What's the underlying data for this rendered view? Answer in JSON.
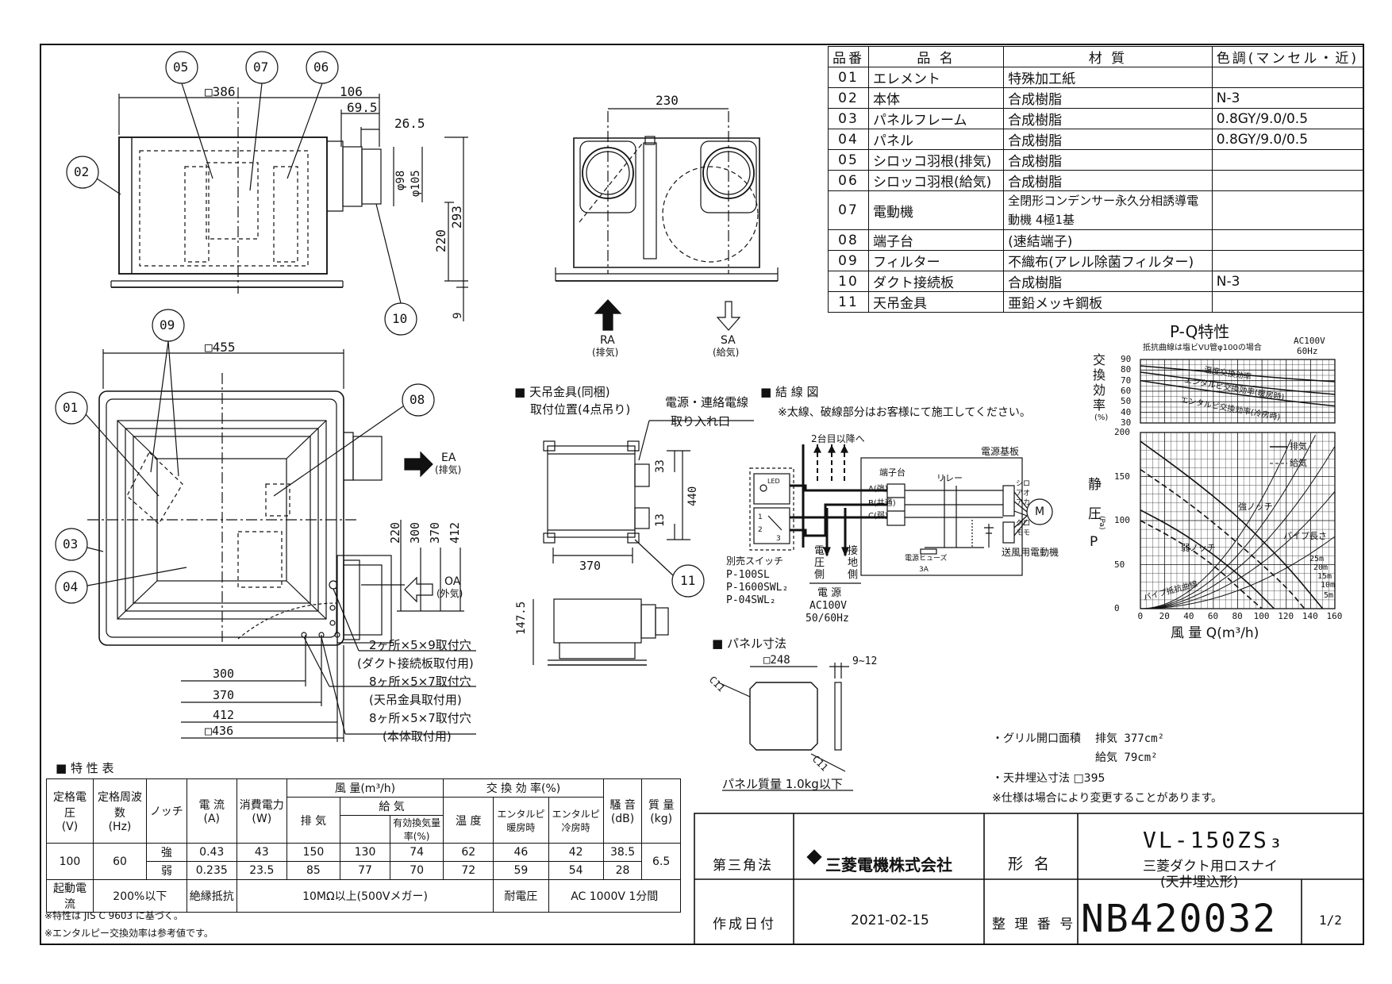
{
  "parts": {
    "headers": [
      "品番",
      "品 名",
      "材 質",
      "色調(マンセル・近)"
    ],
    "rows": [
      [
        "01",
        "エレメント",
        "特殊加工紙",
        ""
      ],
      [
        "02",
        "本体",
        "合成樹脂",
        "N-3"
      ],
      [
        "03",
        "パネルフレーム",
        "合成樹脂",
        "0.8GY/9.0/0.5"
      ],
      [
        "04",
        "パネル",
        "合成樹脂",
        "0.8GY/9.0/0.5"
      ],
      [
        "05",
        "シロッコ羽根(排気)",
        "合成樹脂",
        ""
      ],
      [
        "06",
        "シロッコ羽根(給気)",
        "合成樹脂",
        ""
      ],
      [
        "07",
        "電動機",
        "全閉形コンデンサー永久分相誘導電動機 4極1基",
        ""
      ],
      [
        "08",
        "端子台",
        "(速結端子)",
        ""
      ],
      [
        "09",
        "フィルター",
        "不織布(アレル除菌フィルター)",
        ""
      ],
      [
        "10",
        "ダクト接続板",
        "合成樹脂",
        "N-3"
      ],
      [
        "11",
        "天吊金具",
        "亜鉛メッキ鋼板",
        ""
      ]
    ]
  },
  "drawing": {
    "side_dims": {
      "d386": "□386",
      "d106": "106",
      "d69_5": "69.5",
      "d26_5": "26.5",
      "phi98": "φ98",
      "phi105": "φ105",
      "d220": "220",
      "d293": "293",
      "d9": "9"
    },
    "front_dims": {
      "d230": "230",
      "ra": "RA",
      "ra_sub": "(排気)",
      "sa": "SA",
      "sa_sub": "(給気)"
    },
    "plan_dims": {
      "d455": "□455",
      "ea": "EA",
      "ea_sub": "(排気)",
      "oa": "OA",
      "oa_sub": "(外気)",
      "v220": "220",
      "v300": "300",
      "v370": "370",
      "v412": "412",
      "h300": "300",
      "h370": "370",
      "h412": "412",
      "h436": "□436"
    },
    "holes": [
      "2ヶ所×5×9取付穴",
      "(ダクト接続板取付用)",
      "8ヶ所×5×7取付穴",
      "(天吊金具取付用)",
      "8ヶ所×5×7取付穴",
      "(本体取付用)"
    ],
    "callouts": [
      "01",
      "02",
      "03",
      "04",
      "05",
      "06",
      "07",
      "08",
      "09",
      "10",
      "11"
    ]
  },
  "hanger": {
    "title": "■ 天吊金具(同梱)",
    "subtitle": "取付位置(4点吊り)",
    "cable_note": [
      "電源・連絡電線",
      "取り入れ口"
    ],
    "dims": {
      "d33": "33",
      "d440": "440",
      "d13": "13",
      "d370": "370",
      "d147_5": "147.5"
    }
  },
  "wiring": {
    "title": "■ 結 線 図",
    "note": "※太線、破線部分はお客様にて施工してください。",
    "to_second": "2台目以降へ",
    "board": "電源基板",
    "terminal": "端子台",
    "terminal_a": "A(強)",
    "terminal_b": "B(共通)",
    "terminal_c": "C(弱)",
    "relay": "リレー",
    "fuse": "電源ヒューズ",
    "fuse_rating": "3A",
    "wires": [
      "シロ",
      "アオ",
      "アカ",
      "クロ",
      "モモ"
    ],
    "motor": "M",
    "motor_label": "送風用電動機",
    "voltage_side": [
      "電",
      "圧",
      "側"
    ],
    "ground_side": [
      "接",
      "地",
      "側"
    ],
    "power": "電 源",
    "power_v": "AC100V",
    "power_hz": "50/60Hz",
    "switch_title": "別売スイッチ",
    "switches": [
      "P-100SL",
      "P-1600SWL₂",
      "P-04SWL₂"
    ],
    "led": "LED",
    "sw_pos": [
      "1",
      "2",
      "3"
    ]
  },
  "panel": {
    "title": "■ パネル寸法",
    "d248": "□248",
    "thick": "9~12",
    "c11a": "C11",
    "c11b": "C11",
    "mass": "パネル質量 1.0kg以下"
  },
  "pq_chart": {
    "title": "P-Q特性",
    "note": "抵抗曲線は塩ビVU管φ100の場合",
    "power": "AC100V",
    "freq": "60Hz",
    "eff_label": [
      "交",
      "換",
      "効",
      "率",
      "(%)"
    ],
    "p_label": [
      "静",
      "圧",
      "(Pa)",
      "P"
    ],
    "q_label": "風 量 Q(m³/h)",
    "legend": [
      "排気",
      "給気"
    ],
    "curve_labels": {
      "temp_eff": "温度交換効率",
      "enth_heat": "エンタルピ交換効率(暖房時)",
      "enth_cool": "エンタルピ交換効率(冷房時)",
      "strong": "強ノッチ",
      "weak": "弱ノッチ",
      "pipe_len": "パイプ長さ",
      "pipe_curve": "パイプ抵抗曲線"
    },
    "pipe_lengths": [
      "25m",
      "20m",
      "15m",
      "10m",
      "5m"
    ],
    "eff_ticks": [
      "90",
      "80",
      "70",
      "60",
      "50",
      "40",
      "30"
    ],
    "p_ticks": [
      "200",
      "150",
      "100",
      "50",
      "0"
    ],
    "q_ticks": [
      "0",
      "20",
      "40",
      "60",
      "80",
      "100",
      "120",
      "140",
      "160"
    ]
  },
  "chart_data": [
    {
      "type": "line",
      "title": "P-Q特性",
      "xlabel": "風量 Q(m³/h)",
      "ylabel": "静圧 P(Pa)",
      "xlim": [
        0,
        160
      ],
      "ylim": [
        0,
        200
      ],
      "series": [
        {
          "name": "排気",
          "notch": "強ノッチ",
          "x": [
            0,
            40,
            80,
            120,
            150
          ],
          "y": [
            190,
            150,
            105,
            50,
            0
          ]
        },
        {
          "name": "給気",
          "notch": "強ノッチ",
          "x": [
            0,
            40,
            80,
            120,
            135
          ],
          "y": [
            158,
            120,
            75,
            25,
            0
          ]
        },
        {
          "name": "排気",
          "notch": "弱ノッチ",
          "x": [
            0,
            30,
            60,
            90,
            110
          ],
          "y": [
            112,
            90,
            62,
            28,
            0
          ]
        },
        {
          "name": "給気",
          "notch": "弱ノッチ",
          "x": [
            0,
            30,
            60,
            85,
            100
          ],
          "y": [
            100,
            78,
            50,
            18,
            0
          ]
        }
      ]
    },
    {
      "type": "line",
      "title": "",
      "ylabel": "交換効率(%)",
      "xlim": [
        0,
        160
      ],
      "ylim": [
        30,
        90
      ],
      "series": [
        {
          "name": "温度交換効率",
          "x": [
            0,
            40,
            80,
            120,
            160
          ],
          "y": [
            84,
            80,
            76,
            72,
            69
          ]
        },
        {
          "name": "エンタルピ交換効率(暖房時)",
          "x": [
            0,
            40,
            80,
            120,
            160
          ],
          "y": [
            78,
            72,
            66,
            61,
            57
          ]
        },
        {
          "name": "エンタルピ交換効率(冷房時)",
          "x": [
            0,
            40,
            80,
            120,
            160
          ],
          "y": [
            70,
            63,
            57,
            51,
            46
          ]
        }
      ]
    }
  ],
  "notes": {
    "grille": "・グリル開口面積",
    "exhaust_area": "排気 377cm²",
    "supply_area": "給気 79cm²",
    "ceiling": "・天井埋込寸法 □395",
    "change": "※仕様は場合により変更することがあります。"
  },
  "spec": {
    "title": "■ 特 性 表",
    "h_voltage": [
      "定格電圧",
      "(V)"
    ],
    "h_freq": [
      "定格周波数",
      "(Hz)"
    ],
    "h_notch": "ノッチ",
    "h_current": [
      "電 流",
      "(A)"
    ],
    "h_power": [
      "消費電力",
      "(W)"
    ],
    "h_airflow": "風 量(m³/h)",
    "h_exhaust": "排 気",
    "h_supply": "給 気",
    "h_effective": [
      "有効換気量",
      "率(%)"
    ],
    "h_eff": "交 換 効 率(%)",
    "h_temp": "温 度",
    "h_enth_heat": [
      "エンタルピ",
      "暖房時"
    ],
    "h_enth_cool": [
      "エンタルピ",
      "冷房時"
    ],
    "h_noise": [
      "騒 音",
      "(dB)"
    ],
    "h_mass": [
      "質 量",
      "(kg)"
    ],
    "voltage": "100",
    "freq": "60",
    "mass": "6.5",
    "rows": [
      [
        "強",
        "0.43",
        "43",
        "150",
        "130",
        "74",
        "62",
        "46",
        "42",
        "38.5"
      ],
      [
        "弱",
        "0.235",
        "23.5",
        "85",
        "77",
        "70",
        "72",
        "59",
        "54",
        "28"
      ]
    ],
    "start_label": "起動電流",
    "start_value": "200%以下",
    "ins_label": "絶縁抵抗",
    "ins_value": "10MΩ以上(500Vメガー)",
    "withstand_label": "耐電圧",
    "withstand_value": "AC 1000V 1分間",
    "note1": "※特性は JIS C 9603 に基づく。",
    "note2": "※エンタルピー交換効率は参考値です。"
  },
  "title_block": {
    "projection": "第三角法",
    "company": "三菱電機株式会社",
    "model_label": "形 名",
    "model": "VL-150ZS₃",
    "name1": "三菱ダクト用ロスナイ",
    "name2": "(天井埋込形)",
    "date_label": "作成日付",
    "date": "2021-02-15",
    "doc_label": "整 理 番 号",
    "doc_no": "NB420032",
    "page": "1/2"
  },
  "colors": {
    "ink": "#111111",
    "red": "#d00000",
    "paper": "#ffffff"
  }
}
